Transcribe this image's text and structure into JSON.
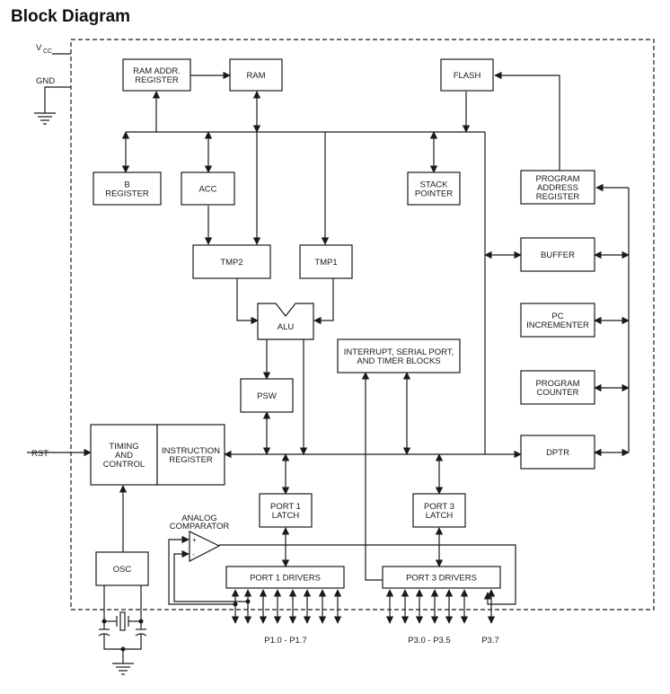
{
  "title": "Block Diagram",
  "external_signals": {
    "vcc": "V",
    "vcc_sub": "CC",
    "gnd": "GND",
    "rst": "RST",
    "port1_pins": "P1.0 - P1.7",
    "port3_pins": "P3.0 - P3.5",
    "port3_pin7": "P3.7"
  },
  "blocks": {
    "ram_addr_register": [
      "RAM ADDR.",
      "REGISTER"
    ],
    "ram": [
      "RAM"
    ],
    "flash": [
      "FLASH"
    ],
    "b_register": [
      "B",
      "REGISTER"
    ],
    "acc": [
      "ACC"
    ],
    "stack_pointer": [
      "STACK",
      "POINTER"
    ],
    "program_address_register": [
      "PROGRAM",
      "ADDRESS",
      "REGISTER"
    ],
    "tmp2": [
      "TMP2"
    ],
    "tmp1": [
      "TMP1"
    ],
    "buffer": [
      "BUFFER"
    ],
    "alu": [
      "ALU"
    ],
    "interrupt_serial_timer": [
      "INTERRUPT, SERIAL PORT,",
      "AND TIMER BLOCKS"
    ],
    "pc_incrementer": [
      "PC",
      "INCREMENTER"
    ],
    "psw": [
      "PSW"
    ],
    "program_counter": [
      "PROGRAM",
      "COUNTER"
    ],
    "timing_and_control": [
      "TIMING",
      "AND",
      "CONTROL"
    ],
    "instruction_register": [
      "INSTRUCTION",
      "REGISTER"
    ],
    "dptr": [
      "DPTR"
    ],
    "port1_latch": [
      "PORT 1",
      "LATCH"
    ],
    "port3_latch": [
      "PORT 3",
      "LATCH"
    ],
    "analog_comparator": [
      "ANALOG",
      "COMPARATOR"
    ],
    "comparator_plus": "+",
    "comparator_minus": "-",
    "osc": [
      "OSC"
    ],
    "port1_drivers": [
      "PORT 1 DRIVERS"
    ],
    "port3_drivers": [
      "PORT 3 DRIVERS"
    ]
  }
}
